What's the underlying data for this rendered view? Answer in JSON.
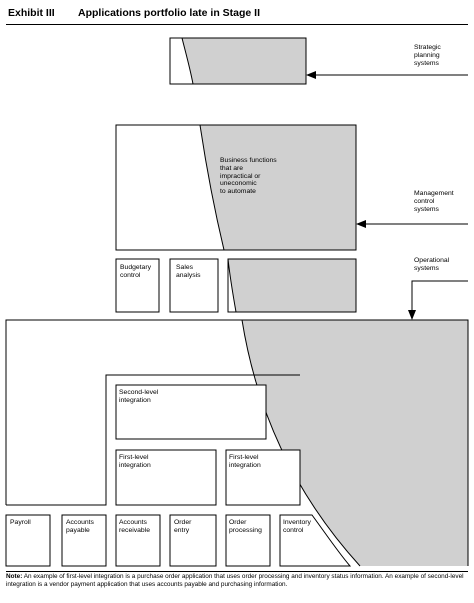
{
  "header": {
    "exhibit": "Exhibit III",
    "title": "Applications portfolio late in Stage II"
  },
  "side_labels": {
    "strategic": [
      "Strategic",
      "planning",
      "systems"
    ],
    "management": [
      "Management",
      "control",
      "systems"
    ],
    "operational": [
      "Operational",
      "systems"
    ]
  },
  "boxes": {
    "business_functions": [
      "Business functions",
      "that are",
      "impractical or",
      "uneconomic",
      "to automate"
    ],
    "budgetary": [
      "Budgetary",
      "control"
    ],
    "sales": [
      "Sales",
      "analysis"
    ],
    "second_level": [
      "Second-level",
      "integration"
    ],
    "first_level_left": [
      "First-level",
      "integration"
    ],
    "first_level_right": [
      "First-level",
      "integration"
    ],
    "payroll": [
      "Payroll"
    ],
    "accounts_payable": [
      "Accounts",
      "payable"
    ],
    "accounts_receivable": [
      "Accounts",
      "receivable"
    ],
    "order_entry": [
      "Order",
      "entry"
    ],
    "order_processing": [
      "Order",
      "processing"
    ],
    "inventory_control": [
      "Inventory",
      "control"
    ]
  },
  "note": {
    "label": "Note:",
    "text": "An example of first-level integration is a purchase order application that uses order processing and inventory status information. An example of second-level integration is a vendor payment application that uses accounts payable and purchasing information."
  }
}
